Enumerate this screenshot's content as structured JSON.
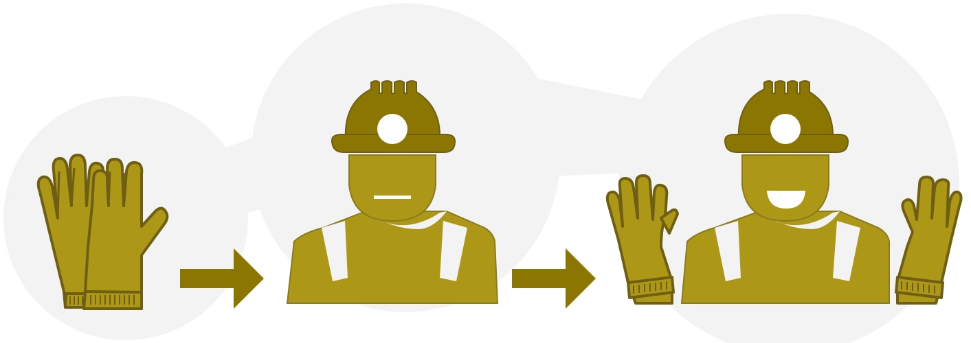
{
  "diagram": {
    "steps": [
      {
        "id": "gloves",
        "icon": "gloves-icon",
        "mood": "none"
      },
      {
        "id": "worker-neutral",
        "icon": "miner-worker-icon",
        "mood": "neutral"
      },
      {
        "id": "worker-happy",
        "icon": "miner-worker-with-gloves-icon",
        "mood": "happy"
      }
    ],
    "connectors": [
      "right-arrow-icon",
      "right-arrow-icon"
    ]
  },
  "colors": {
    "background": "#ffffff",
    "blob": "#f3f3f3",
    "fill": "#ad9716",
    "helmet": "#8a7600",
    "stroke": "#6e5f14",
    "arrow": "#8a7600",
    "highlight": "#ffffff"
  }
}
